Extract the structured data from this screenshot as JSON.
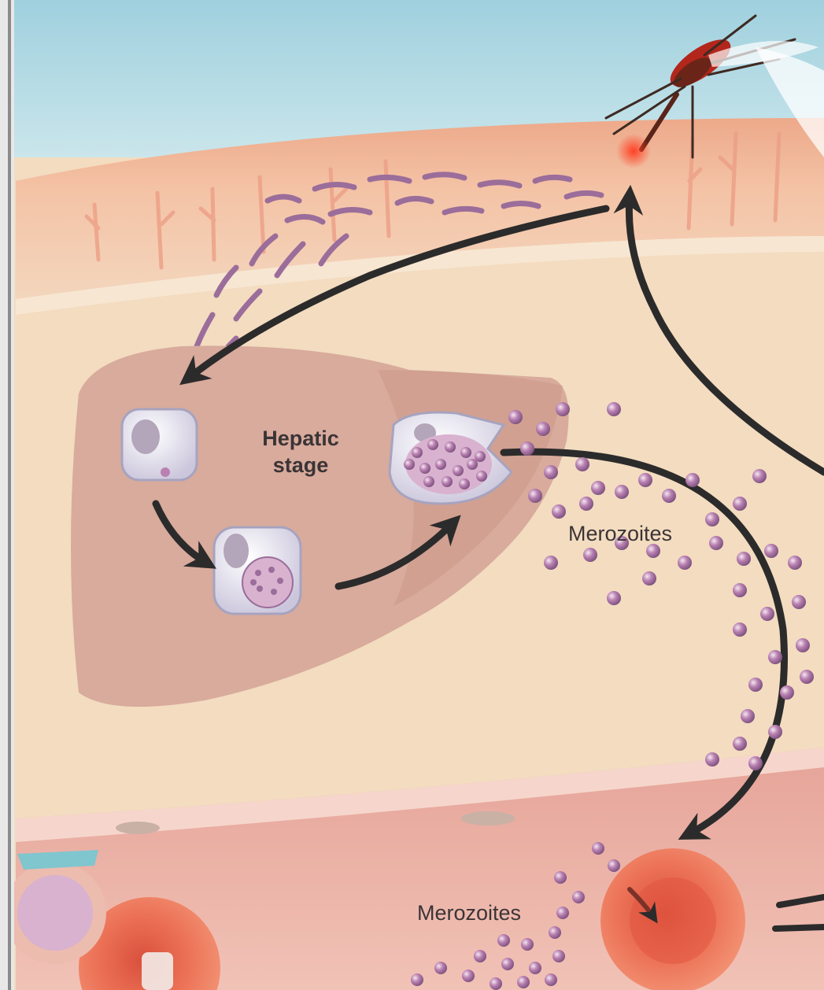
{
  "labels": {
    "hepatic_stage_line1": "Hepatic",
    "hepatic_stage_line2": "stage",
    "merozoites_liver": "Merozoites",
    "merozoites_blood": "Merozoites"
  },
  "colors": {
    "sky": "#cfe6ee",
    "skin": "#f2c3a7",
    "tissue": "#f3dcc0",
    "liver": "#d8ab9c",
    "blood_vessel": "#f0b9ae",
    "red_cell": "#ea6a52",
    "parasite": "#9b6d9a",
    "arrow": "#2c2b2b"
  }
}
